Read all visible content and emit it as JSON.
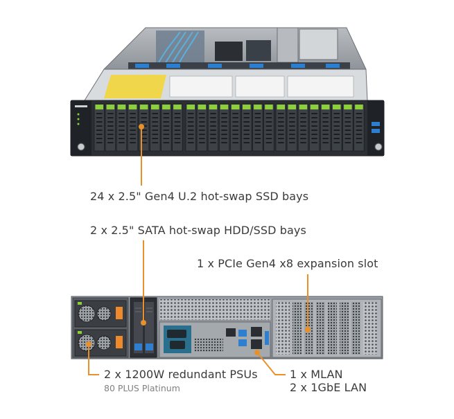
{
  "callouts": {
    "ssd_bays": "24 x 2.5\" Gen4 U.2 hot-swap SSD bays",
    "sata_bays": "2 x 2.5\" SATA hot-swap HDD/SSD bays",
    "pcie_slot": "1 x PCIe Gen4 x8 expansion slot",
    "psu": "2 x 1200W redundant PSUs",
    "psu_sub": "80 PLUS Platinum",
    "mlan": "1 x MLAN",
    "lan": "2 x 1GbE LAN"
  },
  "colors": {
    "leader": "#e8912b",
    "drive_tab": "#8ccf3a",
    "chassis": "#8d9298",
    "usb_blue": "#2f7fd0"
  },
  "drives": {
    "front_bays": 24
  }
}
